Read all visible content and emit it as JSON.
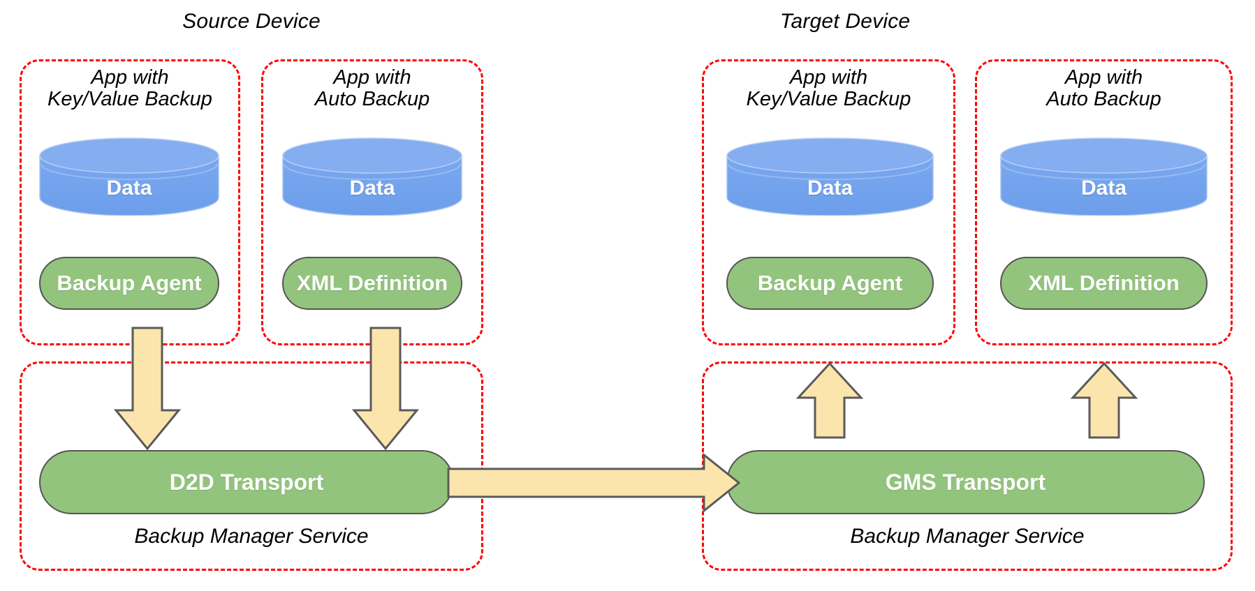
{
  "diagram": {
    "title_source": "Source Device",
    "title_target": "Target Device",
    "colors": {
      "panel_border": "#ff0000",
      "cylinder_fill": "#6d9eeb",
      "cylinder_top": "#89aeef",
      "pill_fill": "#93c47d",
      "pill_border": "#555555",
      "arrow_fill": "#fce5ad",
      "arrow_border": "#5a5a5a",
      "text_on_shape": "#ffffff",
      "text_label": "#000000"
    }
  },
  "source_device": {
    "title": "Source Device",
    "apps": [
      {
        "label_line1": "App with",
        "label_line2": "Key/Value Backup",
        "data_label": "Data",
        "component_label": "Backup Agent"
      },
      {
        "label_line1": "App with",
        "label_line2": "Auto Backup",
        "data_label": "Data",
        "component_label": "XML Definition"
      }
    ],
    "service": {
      "transport_label": "D2D Transport",
      "service_label": "Backup Manager Service"
    }
  },
  "target_device": {
    "title": "Target Device",
    "apps": [
      {
        "label_line1": "App with",
        "label_line2": "Key/Value Backup",
        "data_label": "Data",
        "component_label": "Backup Agent"
      },
      {
        "label_line1": "App with",
        "label_line2": "Auto Backup",
        "data_label": "Data",
        "component_label": "XML Definition"
      }
    ],
    "service": {
      "transport_label": "GMS Transport",
      "service_label": "Backup Manager Service"
    }
  },
  "flows": [
    {
      "name": "backup-agent-to-d2d",
      "direction": "down"
    },
    {
      "name": "xml-definition-to-d2d",
      "direction": "down"
    },
    {
      "name": "d2d-to-gms",
      "direction": "right"
    },
    {
      "name": "gms-to-backup-agent",
      "direction": "up"
    },
    {
      "name": "gms-to-xml-definition",
      "direction": "up"
    }
  ]
}
